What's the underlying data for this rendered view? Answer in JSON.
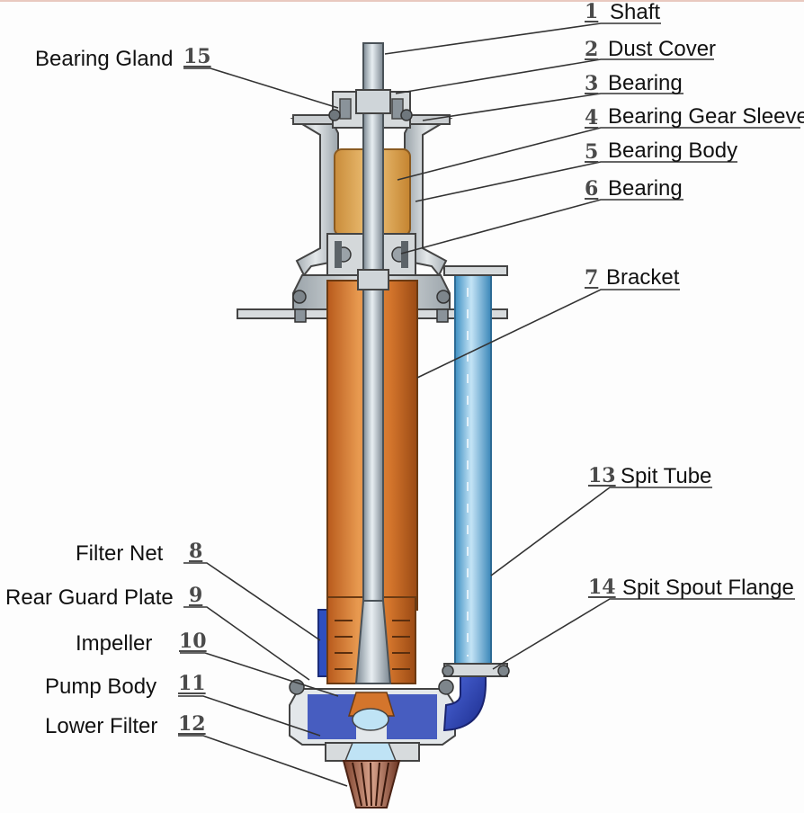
{
  "parts": [
    {
      "num": "1",
      "label": "Shaft"
    },
    {
      "num": "2",
      "label": "Dust Cover"
    },
    {
      "num": "3",
      "label": "Bearing"
    },
    {
      "num": "4",
      "label": "Bearing Gear Sleeve"
    },
    {
      "num": "5",
      "label": "Bearing Body"
    },
    {
      "num": "6",
      "label": "Bearing"
    },
    {
      "num": "7",
      "label": "Bracket"
    },
    {
      "num": "8",
      "label": "Filter Net"
    },
    {
      "num": "9",
      "label": "Rear Guard Plate"
    },
    {
      "num": "10",
      "label": "Impeller"
    },
    {
      "num": "11",
      "label": "Pump Body"
    },
    {
      "num": "12",
      "label": "Lower Filter"
    },
    {
      "num": "13",
      "label": "Spit Tube"
    },
    {
      "num": "14",
      "label": "Spit Spout Flange"
    },
    {
      "num": "15",
      "label": "Bearing Gland"
    }
  ],
  "colors": {
    "column_orange": "#d4752c",
    "bearing_body_tan": "#e2b060",
    "casing_grey": "#c9cdd0",
    "shaft_steel": "#b8c0c6",
    "spit_tube_blue": "#8fc6e6",
    "elbow_blue": "#2c44b8",
    "leader_line": "#333333"
  }
}
